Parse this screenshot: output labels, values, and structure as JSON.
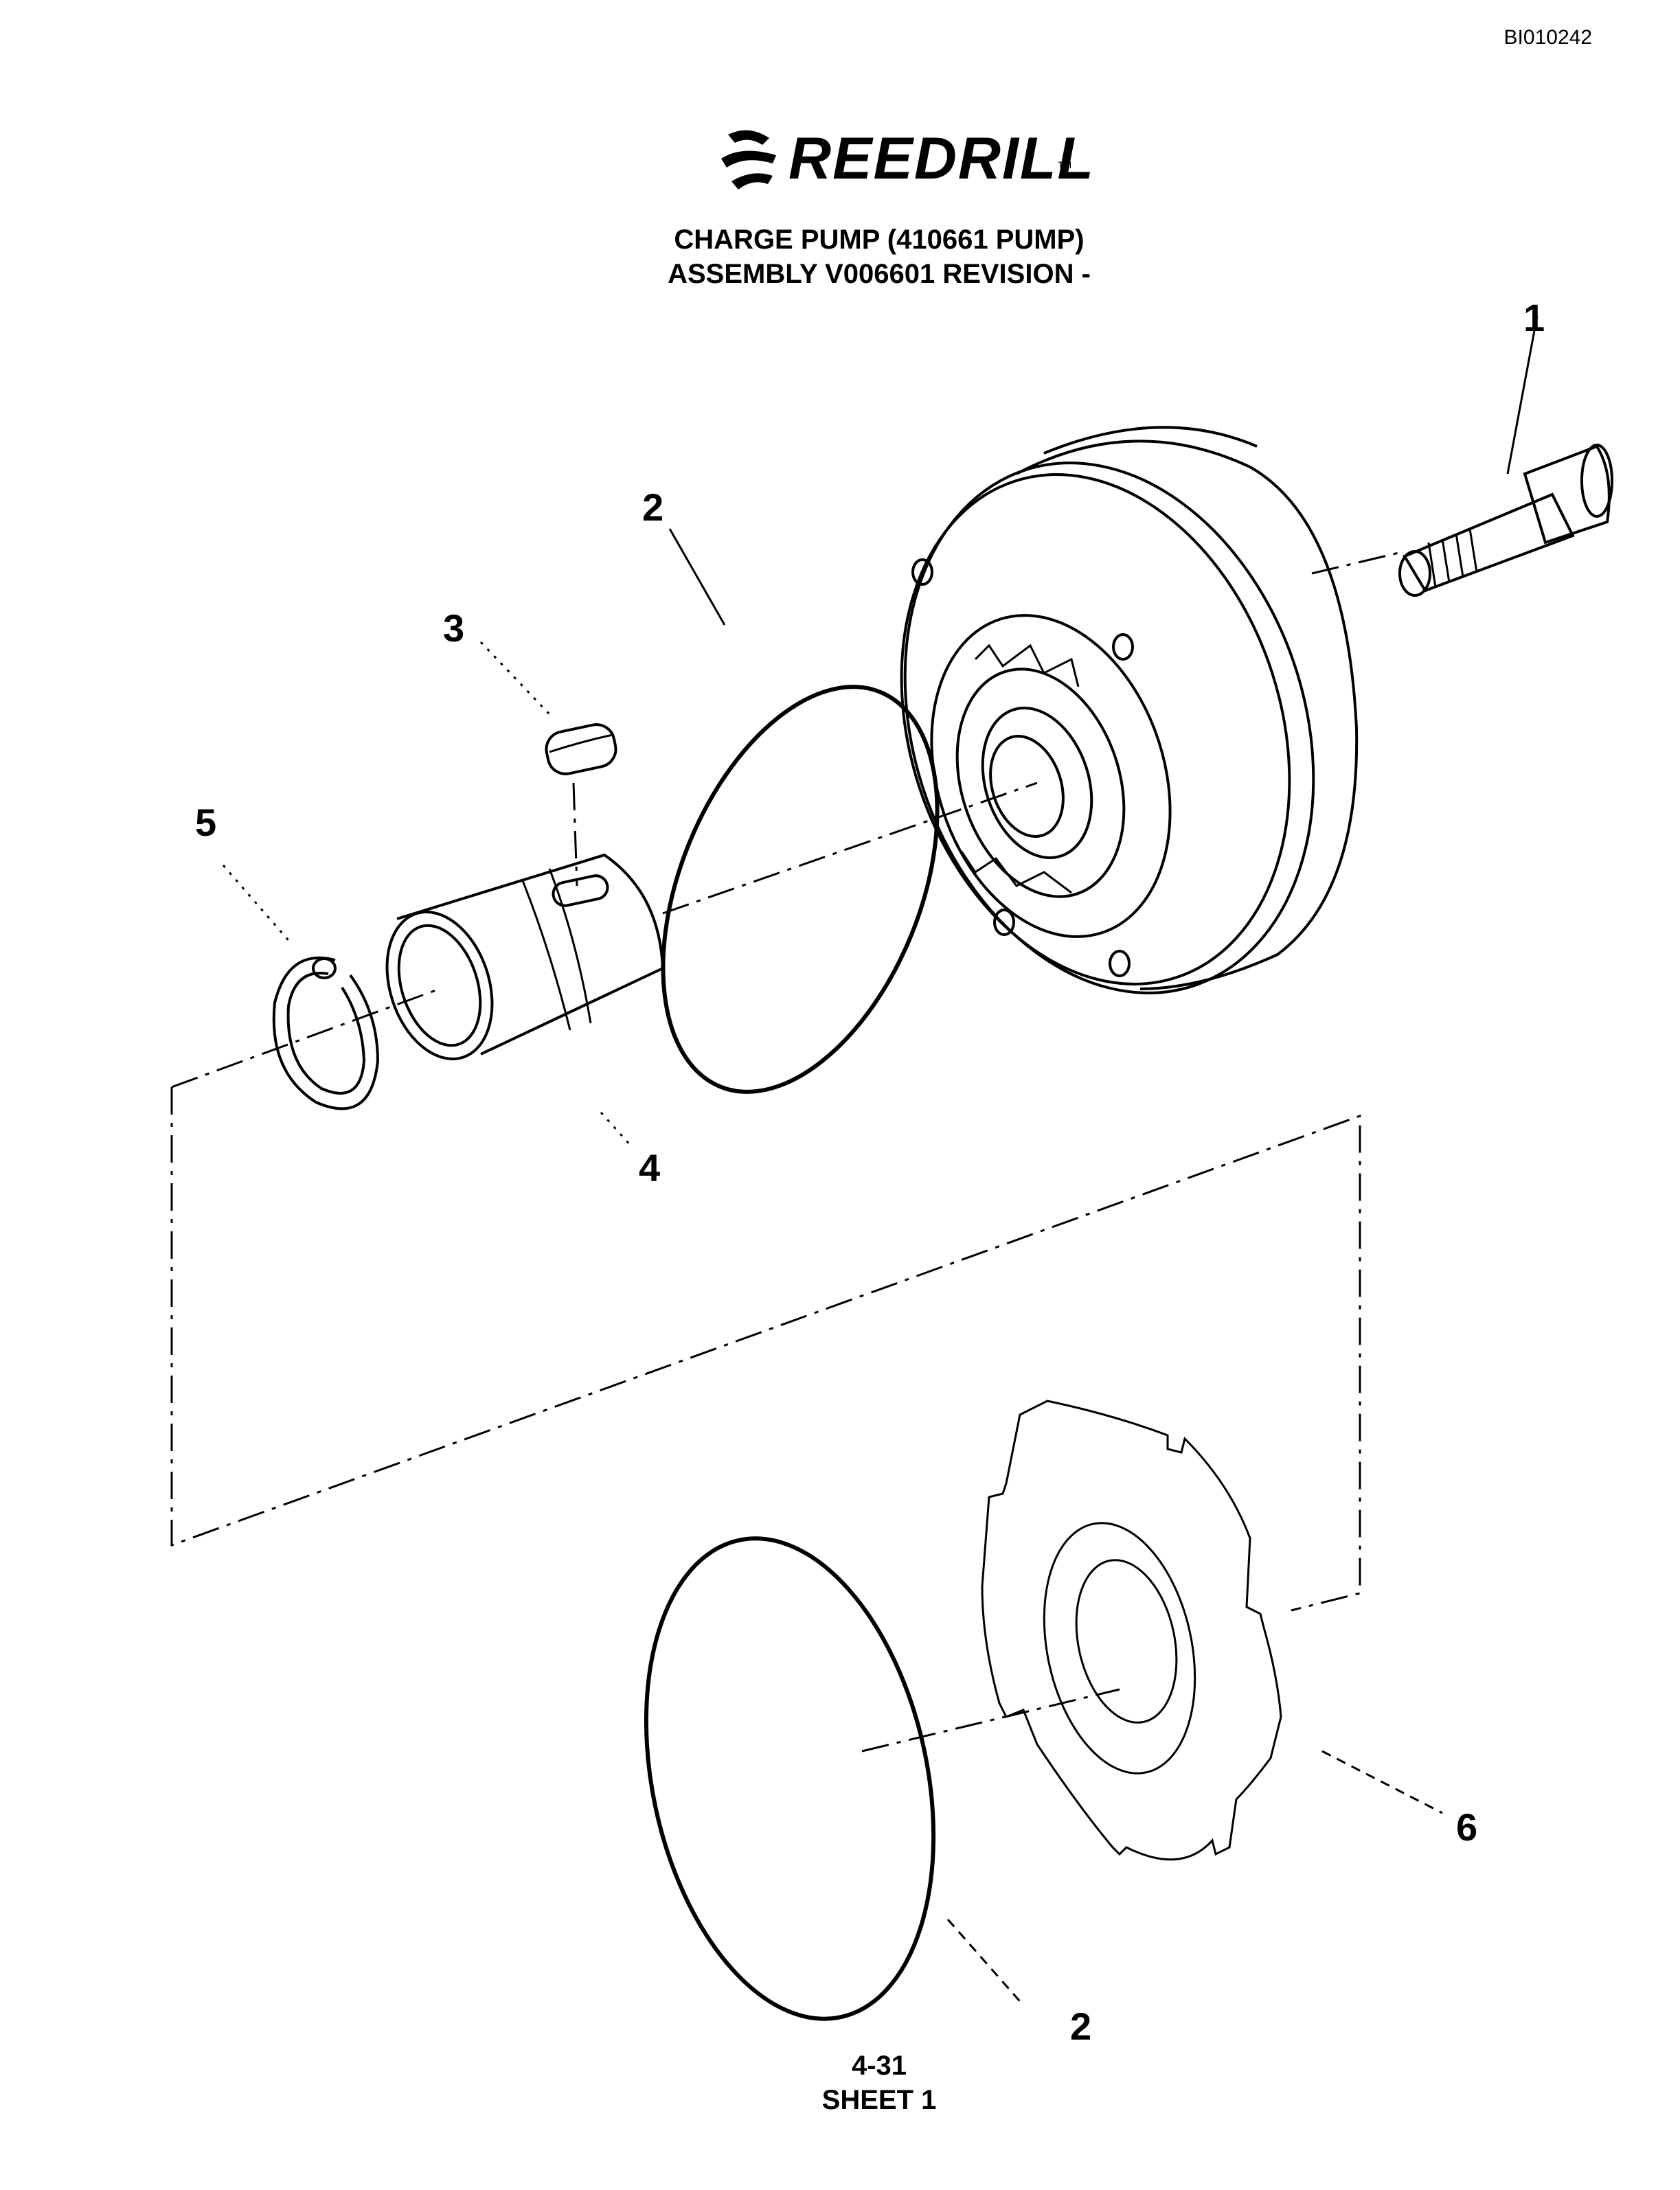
{
  "doc_id": "BI010242",
  "brand": {
    "name": "REEDRILL",
    "trademark": "TM",
    "logo_icon": "reedrill-swirl-icon"
  },
  "title": {
    "line1": "CHARGE PUMP (410661 PUMP)",
    "line2": "ASSEMBLY V006601 REVISION -"
  },
  "callouts": {
    "bolt": "1",
    "oring_upper": "2",
    "key": "3",
    "sleeve": "4",
    "snap_ring": "5",
    "plate": "6",
    "oring_lower": "2"
  },
  "footer": {
    "page": "4-31",
    "sheet": "SHEET 1"
  }
}
